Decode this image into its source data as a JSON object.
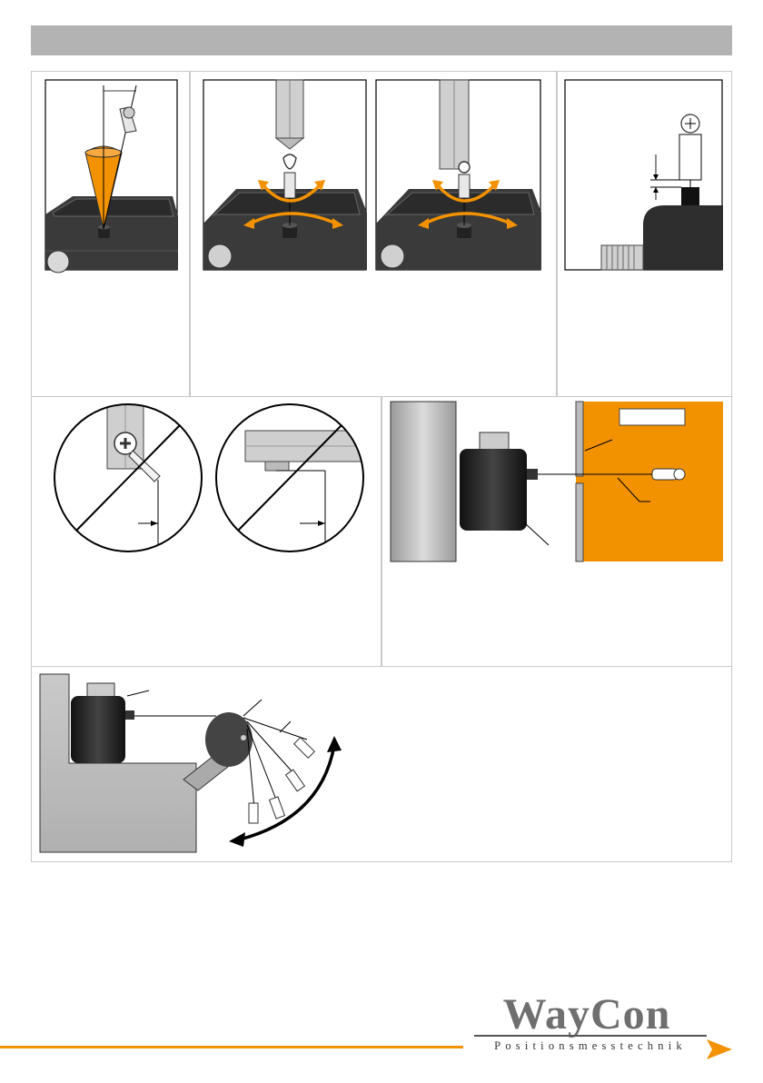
{
  "brand": {
    "name": "WayCon",
    "tagline": "Positionsmesstechnik",
    "accent_color": "#f39200",
    "header_color": "#b3b3b3"
  },
  "figures": [
    {
      "id": "fig-1",
      "depicts": "cone-icon",
      "caption": ""
    },
    {
      "id": "fig-2",
      "depicts": "rotate-arrows-icon",
      "caption": ""
    },
    {
      "id": "fig-3",
      "depicts": "rotate-arrows-icon",
      "caption": ""
    },
    {
      "id": "fig-4",
      "depicts": "gap-dimension-icon",
      "caption": ""
    },
    {
      "id": "fig-5",
      "depicts": "prohibited-sign-icon",
      "caption": ""
    },
    {
      "id": "fig-6",
      "depicts": "prohibited-sign-icon",
      "caption": ""
    },
    {
      "id": "fig-7",
      "depicts": "label-box",
      "caption": ""
    },
    {
      "id": "fig-8",
      "depicts": "pulley-icon",
      "caption": ""
    }
  ]
}
